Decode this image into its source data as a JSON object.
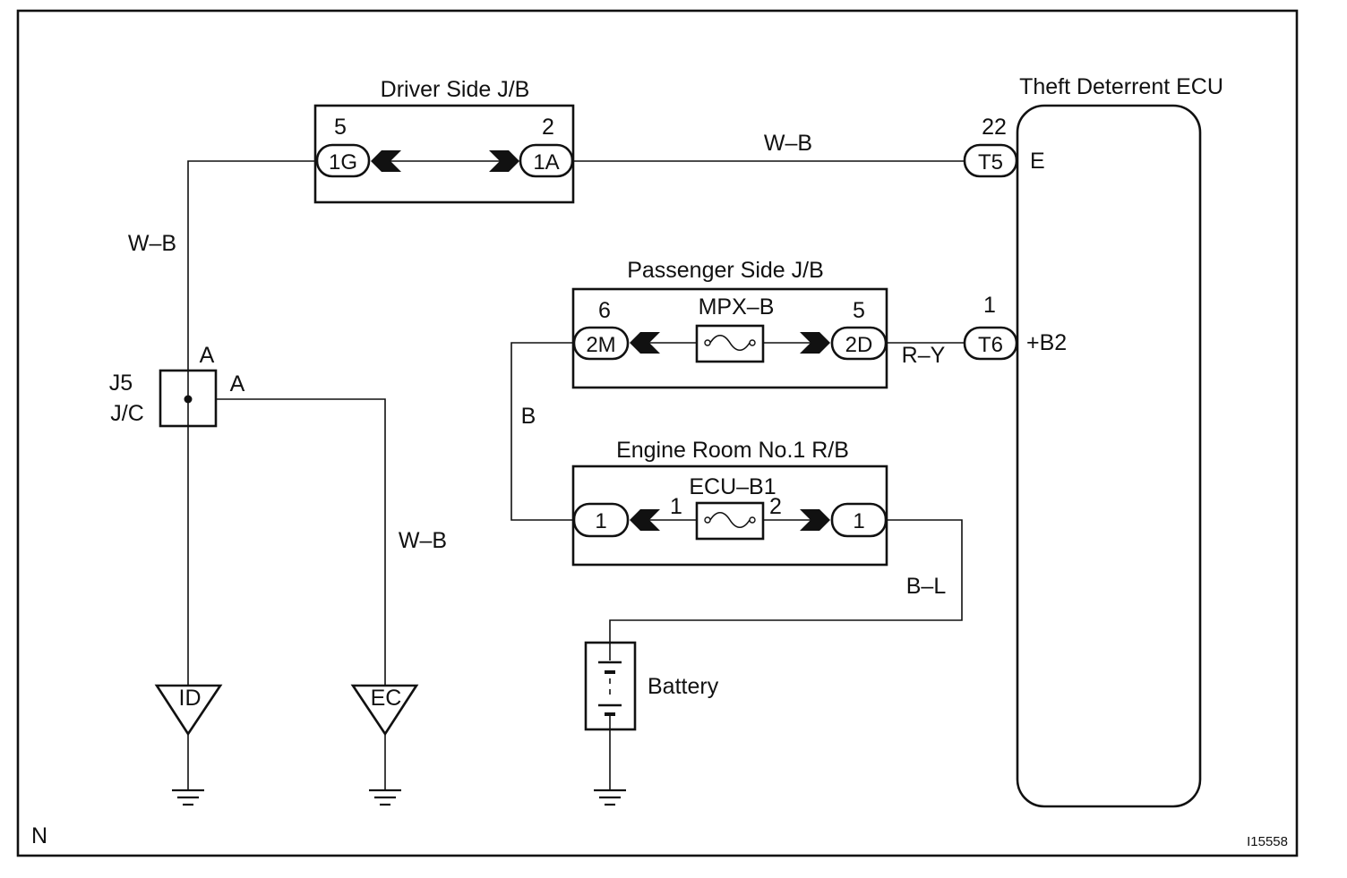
{
  "diagram": {
    "driver_jb": {
      "title": "Driver Side J/B",
      "left_pin": "5",
      "left_connector": "1G",
      "right_pin": "2",
      "right_connector": "1A"
    },
    "ecu": {
      "title": "Theft Deterrent ECU",
      "top_pin": "22",
      "top_connector": "T5",
      "top_terminal": "E",
      "mid_pin": "1",
      "mid_connector": "T6",
      "mid_terminal": "+B2"
    },
    "passenger_jb": {
      "title": "Passenger Side J/B",
      "fuse": "MPX–B",
      "left_pin": "6",
      "left_connector": "2M",
      "right_pin": "5",
      "right_connector": "2D"
    },
    "engine_rb": {
      "title": "Engine Room No.1 R/B",
      "fuse": "ECU–B1",
      "fuse_pin_left": "1",
      "fuse_pin_right": "2",
      "left_connector": "1",
      "right_connector": "1"
    },
    "jc": {
      "name": "J5",
      "type": "J/C",
      "pin_top": "A",
      "pin_right": "A"
    },
    "wires": {
      "top": "W–B",
      "left": "W–B",
      "ec": "W–B",
      "b": "B",
      "ry": "R–Y",
      "bl": "B–L"
    },
    "grounds": {
      "id": "ID",
      "ec": "EC"
    },
    "battery": "Battery",
    "corner_left": "N",
    "corner_right": "I15558"
  }
}
